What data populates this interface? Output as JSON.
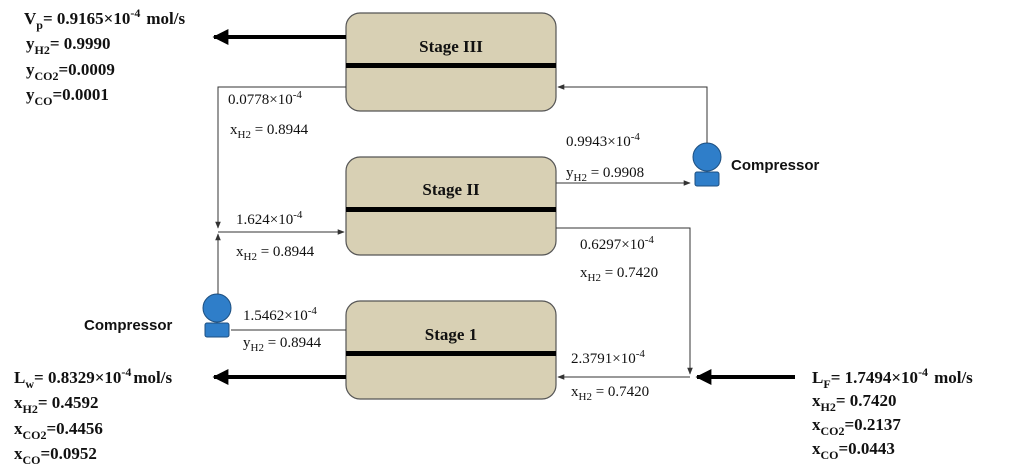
{
  "stages": {
    "stage3": "Stage III",
    "stage2": "Stage II",
    "stage1": "Stage 1"
  },
  "compressors": {
    "top": "Compressor",
    "left": "Compressor"
  },
  "product": {
    "v_main": "V",
    "v_sub": "p",
    "v_eq": "= 0.9165×10",
    "v_exp": "-4",
    "v_unit": "mol/s",
    "h2_main": "y",
    "h2_sub": "H2",
    "h2_val": "= 0.9990",
    "co2_main": "y",
    "co2_sub": "CO2",
    "co2_val": "=0.0009",
    "co_main": "y",
    "co_sub": "CO",
    "co_val": "=0.0001"
  },
  "retentate": {
    "l_main": "L",
    "l_sub": "w",
    "l_eq": "= 0.8329×10",
    "l_exp": "-4",
    "l_unit": "mol/s",
    "h2_main": "x",
    "h2_sub": "H2",
    "h2_val": "= 0.4592",
    "co2_main": "x",
    "co2_sub": "CO2",
    "co2_val": "=0.4456",
    "co_main": "x",
    "co_sub": "CO",
    "co_val": "=0.0952"
  },
  "feed": {
    "l_main": "L",
    "l_sub": "F",
    "l_eq": "= 1.7494×10",
    "l_exp": "-4",
    "l_unit": "mol/s",
    "h2_main": "x",
    "h2_sub": "H2",
    "h2_val": "= 0.7420",
    "co2_main": "x",
    "co2_sub": "CO2",
    "co2_val": "=0.2137",
    "co_main": "x",
    "co_sub": "CO",
    "co_val": "=0.0443"
  },
  "streams": {
    "s3_ret_flow": "0.0778×10",
    "s3_ret_exp": "-4",
    "s3_ret_comp_main": "x",
    "s3_ret_comp_sub": "H2",
    "s3_ret_comp_val": " = 0.8944",
    "s2_perm_flow": "0.9943×10",
    "s2_perm_exp": "-4",
    "s2_perm_comp_main": "y",
    "s2_perm_comp_sub": "H2",
    "s2_perm_comp_val": " = 0.9908",
    "s2_feed_flow": "1.624×10",
    "s2_feed_exp": "-4",
    "s2_feed_comp_main": "x",
    "s2_feed_comp_sub": "H2",
    "s2_feed_comp_val": " = 0.8944",
    "s2_ret_flow": "0.6297×10",
    "s2_ret_exp": "-4",
    "s2_ret_comp_main": "x",
    "s2_ret_comp_sub": "H2",
    "s2_ret_comp_val": " = 0.7420",
    "s1_perm_flow": "1.5462×10",
    "s1_perm_exp": "-4",
    "s1_perm_comp_main": "y",
    "s1_perm_comp_sub": "H2",
    "s1_perm_comp_val": " = 0.8944",
    "s1_feed_flow": "2.3791×10",
    "s1_feed_exp": "-4",
    "s1_feed_comp_main": "x",
    "s1_feed_comp_sub": "H2",
    "s1_feed_comp_val": " = 0.7420"
  },
  "colors": {
    "stage_fill": "#d8d0b4",
    "membrane": "#000000",
    "compressor": "#2f7ec9",
    "line": "#333333"
  }
}
